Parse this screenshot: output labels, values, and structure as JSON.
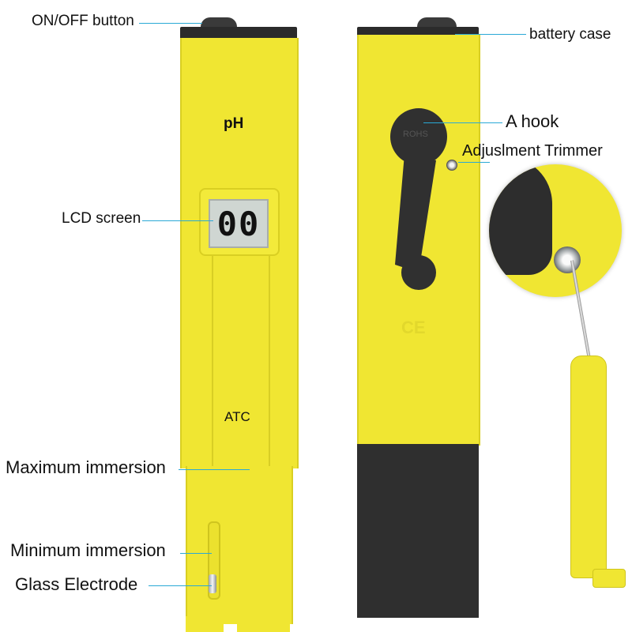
{
  "labels": {
    "on_off": "ON/OFF  button",
    "lcd": "LCD screen",
    "max_immersion": "Maximum immersion",
    "min_immersion": "Minimum immersion",
    "glass_electrode": "Glass Electrode",
    "battery_case": "battery case",
    "hook": "A hook",
    "trimmer": "Adjuslment Trimmer"
  },
  "front": {
    "ph_label": "pH",
    "lcd_reading": "00",
    "atc_label": "ATC"
  },
  "back": {
    "ce_mark": "CE",
    "hook_text": "ROHS"
  },
  "colors": {
    "meter_yellow": "#f0e632",
    "callout_line": "#2aa9d6",
    "dark_plastic": "#2f2f2f"
  }
}
